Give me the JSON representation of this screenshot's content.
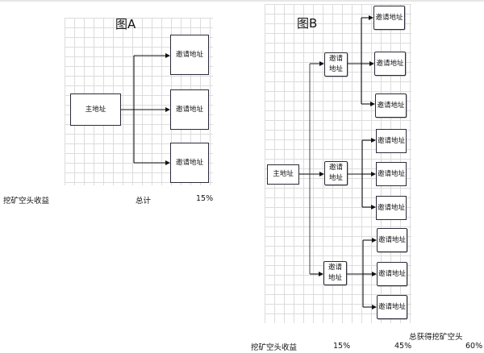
{
  "diagram_a": {
    "title": "图A",
    "root": "主地址",
    "children": [
      "邀请地址",
      "邀请地址",
      "邀请地址"
    ],
    "footer": {
      "label": "挖矿空头收益",
      "total_label": "总计",
      "total_value": "15%"
    }
  },
  "diagram_b": {
    "title": "图B",
    "root": "主地址",
    "level1": [
      {
        "line1": "邀请",
        "line2": "地址",
        "children": [
          "邀请地址",
          "邀请地址",
          "邀请地址"
        ]
      },
      {
        "line1": "邀请",
        "line2": "地址",
        "children": [
          "邀请地址",
          "邀请地址",
          "邀请地址"
        ]
      },
      {
        "line1": "邀请",
        "line2": "地址",
        "children": [
          "邀请地址",
          "邀请地址",
          "邀请地址"
        ]
      }
    ],
    "footer": {
      "label": "挖矿空头收益",
      "level1_value": "15%",
      "level2_value": "45%",
      "total_label": "总获得挖矿空头",
      "total_value": "60%"
    }
  },
  "colors": {
    "grid_line": "#dcdcdc",
    "node_border": "#2b2b3a",
    "connector": "#111111"
  }
}
